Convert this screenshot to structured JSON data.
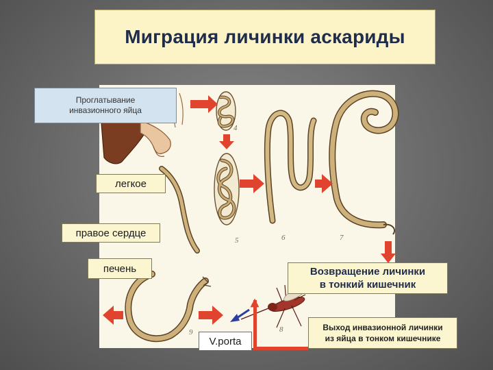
{
  "title": "Миграция личинки аскариды",
  "labels": {
    "swallow": "Проглатывание\nинвазионного яйца",
    "lung": "легкое",
    "right_heart": "правое сердце",
    "liver": "печень",
    "return_larva": "Возвращение личинки\nв тонкий кишечник",
    "v_porta": "V.porta",
    "exit_larva": "Выход инвазионной личинки\nиз яйца в тонком кишечнике"
  },
  "stage_numbers": [
    "4",
    "5",
    "6",
    "7",
    "8",
    "9"
  ],
  "colors": {
    "arrow_red": "#e0442e",
    "arrow_blue": "#2c3fa0",
    "worm_fill": "#c9ab74",
    "worm_outline": "#5a4125",
    "label_bg": "#fbf6cf",
    "swallow_bg": "#d3e3ef",
    "title_bg": "#fcf3c6",
    "title_text": "#1f2c4a"
  }
}
